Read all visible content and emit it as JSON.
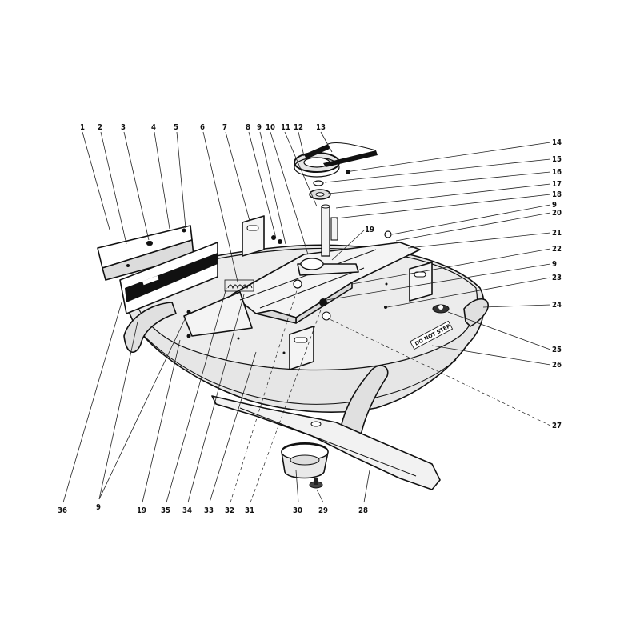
{
  "diagram": {
    "callouts": {
      "c1": "1",
      "c2": "2",
      "c3": "3",
      "c4": "4",
      "c5": "5",
      "c6": "6",
      "c7": "7",
      "c8": "8",
      "c9a": "9",
      "c10": "10",
      "c11": "11",
      "c12": "12",
      "c13": "13",
      "c14": "14",
      "c15": "15",
      "c16": "16",
      "c17": "17",
      "c18": "18",
      "c9b": "9",
      "c20": "20",
      "c19a": "19",
      "c21": "21",
      "c22": "22",
      "c9c": "9",
      "c23": "23",
      "c24": "24",
      "c25": "25",
      "c26": "26",
      "c27": "27",
      "c36": "36",
      "c9d": "9",
      "c19b": "19",
      "c35": "35",
      "c34": "34",
      "c33": "33",
      "c32": "32",
      "c31": "31",
      "c30": "30",
      "c29": "29",
      "c28": "28"
    },
    "deck_decal": "DO NOT STEP"
  }
}
